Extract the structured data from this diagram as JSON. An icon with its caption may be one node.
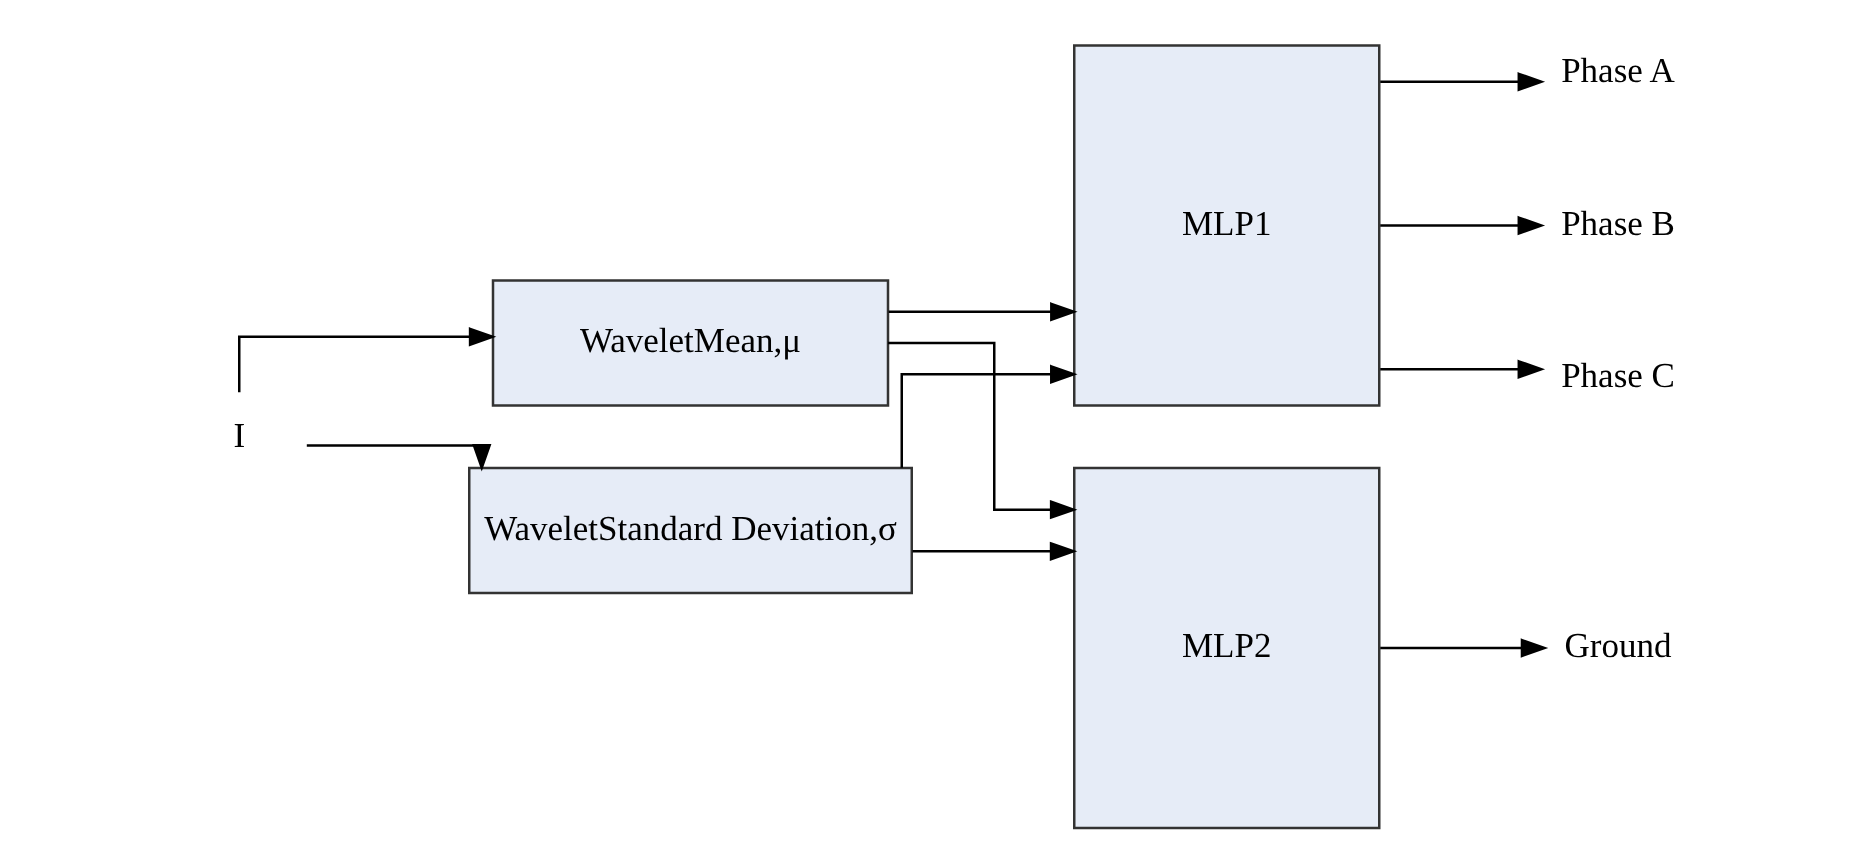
{
  "diagram": {
    "nodes": [
      {
        "text": [
          "I"
        ]
      },
      {
        "text": [
          "WaveletMean,μ"
        ]
      },
      {
        "text": [
          "WaveletStandard Deviation,σ"
        ]
      },
      {
        "text": [
          "MLP1"
        ]
      },
      {
        "text": [
          "MLP2"
        ]
      },
      {
        "text": [
          "Phase A"
        ]
      },
      {
        "text": [
          "Phase B"
        ]
      },
      {
        "text": [
          "Phase C"
        ]
      },
      {
        "text": [
          "Ground"
        ]
      }
    ],
    "edges": [
      {
        "from": 0,
        "to": 1,
        "arrow": "to"
      },
      {
        "from": 0,
        "to": 2,
        "arrow": "to"
      },
      {
        "from": 1,
        "to": 3,
        "arrow": "to"
      },
      {
        "from": 1,
        "to": 4,
        "arrow": "to"
      },
      {
        "from": 2,
        "to": 3,
        "arrow": "to"
      },
      {
        "from": 2,
        "to": 4,
        "arrow": "to"
      },
      {
        "from": 3,
        "to": 5,
        "arrow": "to"
      },
      {
        "from": 3,
        "to": 6,
        "arrow": "to"
      },
      {
        "from": 3,
        "to": 7,
        "arrow": "to"
      },
      {
        "from": 4,
        "to": 8,
        "arrow": "to"
      }
    ]
  }
}
